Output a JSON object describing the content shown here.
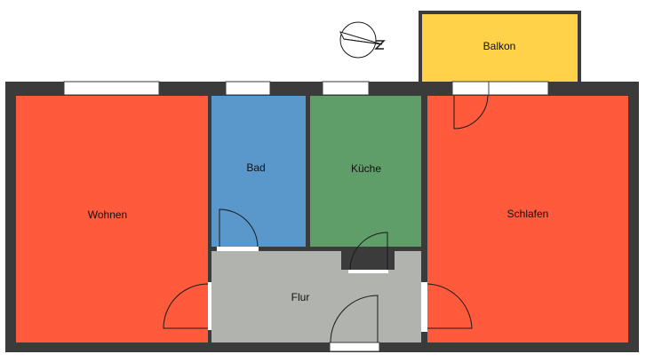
{
  "plan": {
    "rooms": {
      "wohnen": {
        "label": "Wohnen",
        "color": "#ff5a3c"
      },
      "bad": {
        "label": "Bad",
        "color": "#5a98cc"
      },
      "kueche": {
        "label": "Küche",
        "color": "#5f9e69"
      },
      "schlafen": {
        "label": "Schlafen",
        "color": "#ff5a3c"
      },
      "flur": {
        "label": "Flur",
        "color": "#b1b3ae"
      },
      "balkon": {
        "label": "Balkon",
        "color": "#ffd24a"
      }
    },
    "wall_color": "#3b3b3b",
    "compass": {
      "label": "N",
      "icon": "compass-north-arrow-icon"
    }
  }
}
